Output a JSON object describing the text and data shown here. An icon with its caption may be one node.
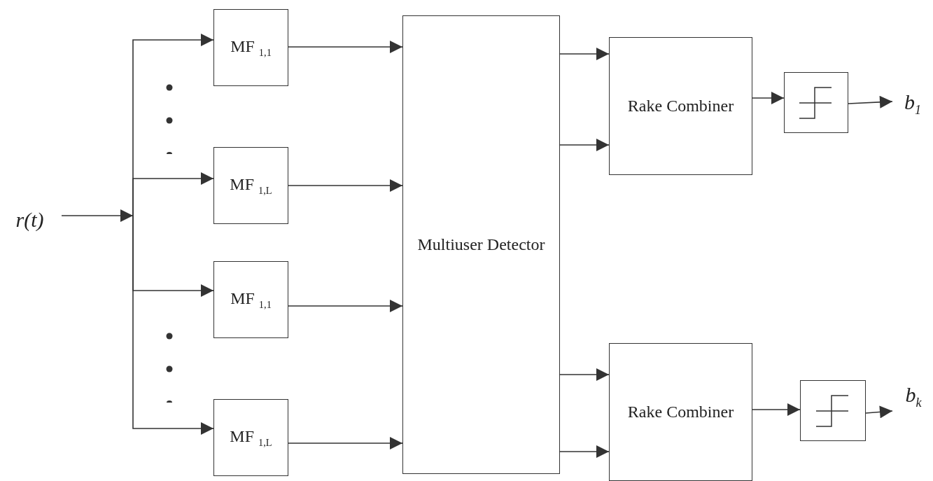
{
  "diagram": {
    "nodes": [
      {
        "text": [
          "r(t)"
        ]
      },
      {
        "text": [
          "MF $_{1,1}$"
        ]
      },
      {
        "text": [
          "MF $_{1,L}$"
        ]
      },
      {
        "text": [
          "MF $_{1,1}$"
        ]
      },
      {
        "text": [
          "MF $_{1,L}$"
        ]
      },
      {
        "text": [
          "Multiuser Detector"
        ]
      },
      {
        "text": [
          "Rake Combiner"
        ]
      },
      {
        "text": [],
        "shape": "box"
      },
      {
        "text": [
          "b$_{1}$"
        ]
      },
      {
        "text": [
          "Rake Combiner"
        ]
      },
      {
        "text": [],
        "shape": "box"
      },
      {
        "text": [
          "b$_{k}$"
        ]
      }
    ],
    "edges": [
      {
        "from": 0,
        "to": 1,
        "arrow": "to"
      },
      {
        "from": 0,
        "to": 2,
        "arrow": "to"
      },
      {
        "from": 0,
        "to": 3,
        "arrow": "to"
      },
      {
        "from": 0,
        "to": 4,
        "arrow": "to"
      },
      {
        "from": 1,
        "to": 5,
        "arrow": "to"
      },
      {
        "from": 2,
        "to": 5,
        "arrow": "to"
      },
      {
        "from": 3,
        "to": 5,
        "arrow": "to"
      },
      {
        "from": 4,
        "to": 5,
        "arrow": "to"
      },
      {
        "from": 5,
        "to": 6,
        "arrow": "to"
      },
      {
        "from": 5,
        "to": 6,
        "arrow": "to"
      },
      {
        "from": 5,
        "to": 9,
        "arrow": "to"
      },
      {
        "from": 5,
        "to": 9,
        "arrow": "to"
      },
      {
        "from": 6,
        "to": 7,
        "arrow": "to"
      },
      {
        "from": 7,
        "to": 8,
        "arrow": "to"
      },
      {
        "from": 9,
        "to": 10,
        "arrow": "to"
      },
      {
        "from": 10,
        "to": 11,
        "arrow": "to"
      }
    ]
  }
}
